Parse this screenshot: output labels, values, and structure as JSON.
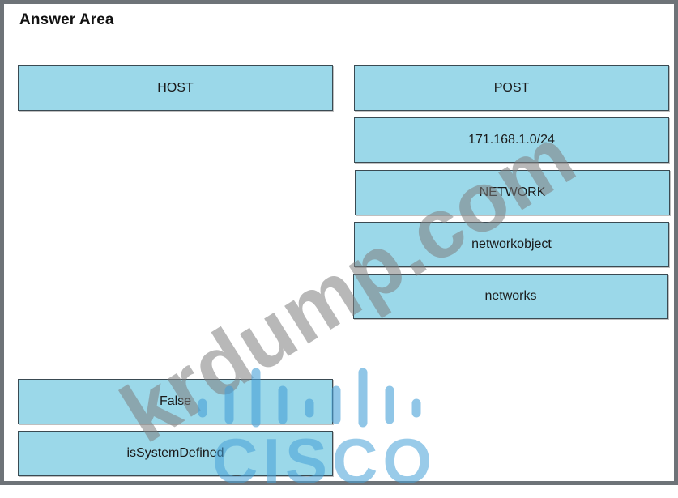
{
  "answer_area": {
    "title": "Answer Area"
  },
  "left_tiles": {
    "host": "HOST",
    "false": "False",
    "is_system_defined": "isSystemDefined"
  },
  "right_tiles": {
    "post": "POST",
    "ip_range": "171.168.1.0/24",
    "network": "NETWORK",
    "networkobject": "networkobject",
    "networks": "networks"
  },
  "watermark": {
    "text": "krdump.com",
    "logo_word": "CISCO",
    "logo_color": "#46a0d7"
  },
  "colors": {
    "tile_fill": "#9bd8e9",
    "tile_border": "#3a4a52",
    "frame": "#6e7378"
  }
}
